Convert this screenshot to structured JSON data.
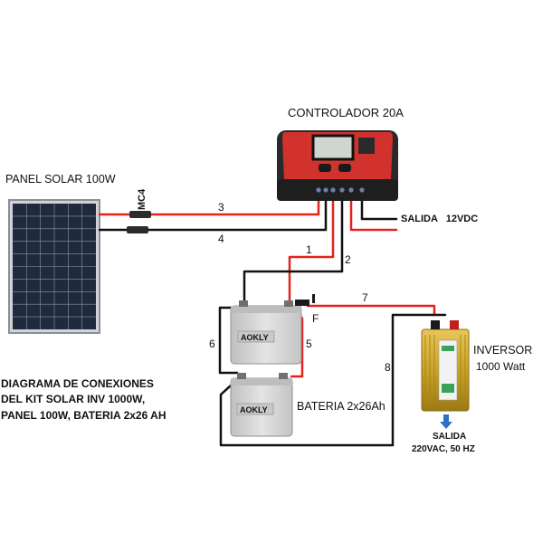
{
  "components": {
    "controller": {
      "label": "CONTROLADOR 20A"
    },
    "solar_panel": {
      "label": "PANEL SOLAR 100W"
    },
    "connector": {
      "label": "MC4"
    },
    "dc_output": {
      "label": "SALIDA   12VDC"
    },
    "battery": {
      "label": "BATERIA 2x26Ah",
      "brand": "AOKLY"
    },
    "fuse": {
      "label": "F"
    },
    "inverter": {
      "label_line1": "INVERSOR",
      "label_line2": "1000 Watt"
    },
    "ac_output": {
      "label_line1": "SALIDA",
      "label_line2": "220VAC, 50 HZ"
    }
  },
  "wires": {
    "w1": "1",
    "w2": "2",
    "w3": "3",
    "w4": "4",
    "w5": "5",
    "w6": "6",
    "w7": "7",
    "w8": "8"
  },
  "caption": {
    "line1": "DIAGRAMA DE CONEXIONES",
    "line2": "DEL KIT SOLAR INV 1000W,",
    "line3": "PANEL 100W, BATERIA 2x26 AH"
  },
  "colors": {
    "positive_wire": "#e2231a",
    "negative_wire": "#111111",
    "controller_body": "#d2322d",
    "inverter_body": "#c9a227",
    "battery_body": "#d9d9d9",
    "output_arrow": "#2f6fc4"
  }
}
